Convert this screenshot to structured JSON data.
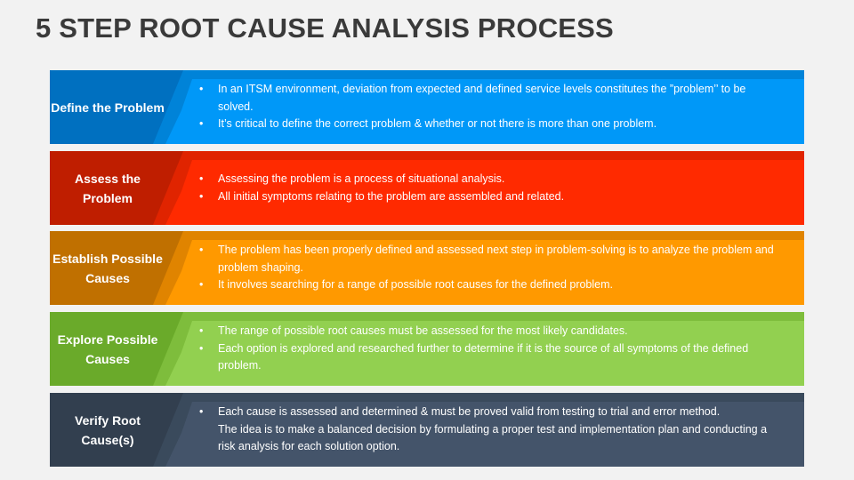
{
  "title": "5 STEP ROOT CAUSE ANALYSIS PROCESS",
  "steps": [
    {
      "label": "Define the Problem",
      "dark": "#0070C0",
      "light": "#0098F8",
      "mid": "#0083D8",
      "bullets": [
        {
          "text": "In an ITSM  environment, deviation from expected and defined service levels constitutes the ”problem’’ to be solved.",
          "dot": true
        },
        {
          "text": "It’s critical to define the correct problem & whether or not there is more than one problem.",
          "dot": true
        }
      ]
    },
    {
      "label": "Assess the Problem",
      "dark": "#BF1E00",
      "light": "#FF2A00",
      "mid": "#E02400",
      "bullets": [
        {
          "text": "Assessing the problem is a process of situational analysis.",
          "dot": true
        },
        {
          "text": "All initial symptoms relating to the problem are assembled and related.",
          "dot": true
        }
      ]
    },
    {
      "label": "Establish Possible Causes",
      "dark": "#C07000",
      "light": "#FF9900",
      "mid": "#E08400",
      "bullets": [
        {
          "text": "The problem has been properly defined and assessed next step in problem-solving is to analyze the problem and problem shaping.",
          "dot": true
        },
        {
          "text": "It involves searching for a range of possible root causes for the defined problem.",
          "dot": true
        }
      ]
    },
    {
      "label": "Explore Possible Causes",
      "dark": "#6AAA2A",
      "light": "#92D050",
      "mid": "#7EBD3C",
      "bullets": [
        {
          "text": "The range of possible root causes must be assessed for the most likely candidates.",
          "dot": true
        },
        {
          "text": "Each option is explored and researched further to determine if it is the source of all symptoms of the defined problem.",
          "dot": true
        }
      ]
    },
    {
      "label": "Verify Root Cause(s)",
      "dark": "#323F4F",
      "light": "#44546A",
      "mid": "#3A4A5C",
      "bullets": [
        {
          "text": "Each cause is assessed and determined & must be proved valid from testing to trial and error method.",
          "dot": true
        },
        {
          "text": "The idea is to make a balanced decision by formulating a proper test and implementation plan and conducting a risk analysis for each solution option.",
          "dot": false
        }
      ]
    }
  ]
}
